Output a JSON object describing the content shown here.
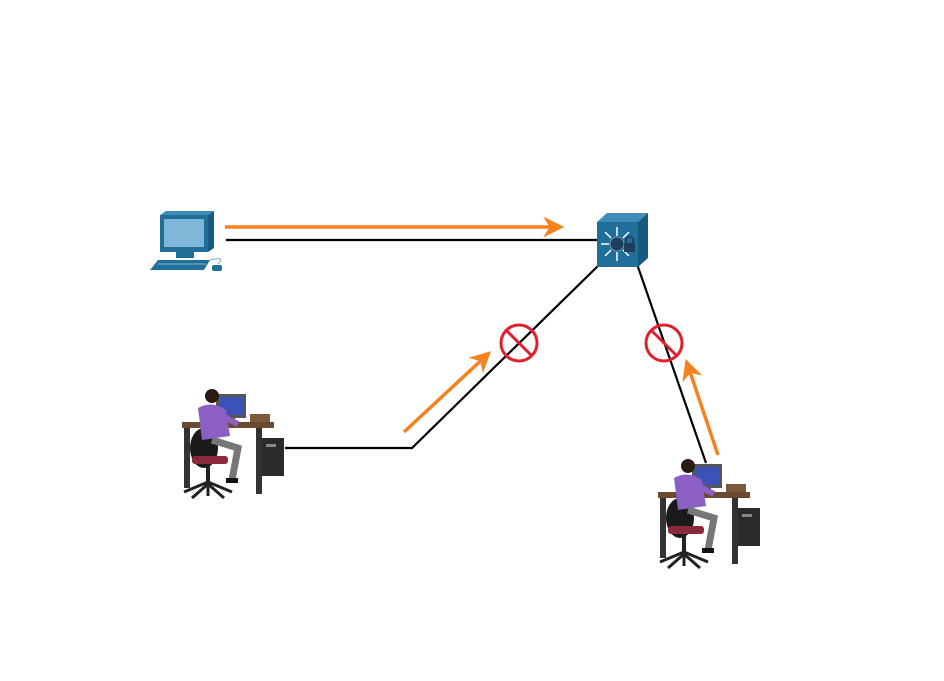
{
  "diagram": {
    "nodes": [
      {
        "id": "pc",
        "icon": "desktop-pc-icon"
      },
      {
        "id": "switch",
        "icon": "multilayer-switch-with-lock-icon"
      },
      {
        "id": "user1",
        "icon": "user-workstation-icon"
      },
      {
        "id": "user2",
        "icon": "user-workstation-icon"
      }
    ],
    "links": [
      {
        "from": "pc",
        "to": "switch",
        "traffic": "allowed"
      },
      {
        "from": "user1",
        "to": "switch",
        "traffic": "blocked"
      },
      {
        "from": "user2",
        "to": "switch",
        "traffic": "blocked"
      }
    ],
    "colors": {
      "link": "#000000",
      "arrow": "#f5821f",
      "blocked": "#e0202e",
      "device": "#1f6f99"
    }
  }
}
